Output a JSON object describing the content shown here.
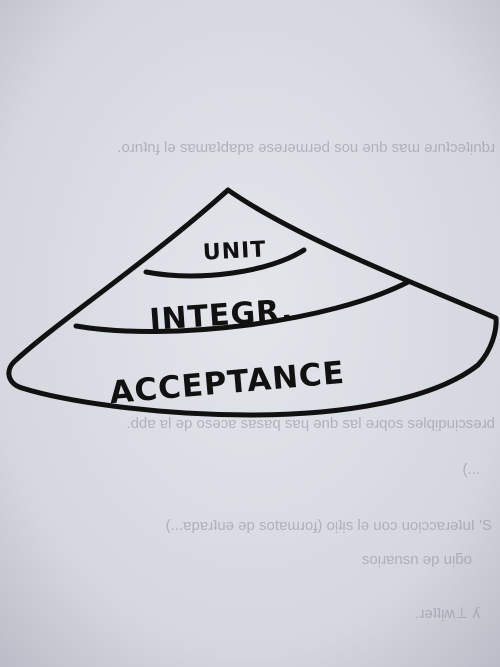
{
  "photo": {
    "subject": "hand-drawn test pyramid on paper",
    "paper_color": "#d9dbe2",
    "ink_color": "#111111"
  },
  "pyramid": {
    "layers": [
      {
        "label": "UNIT"
      },
      {
        "label": "INTEGR."
      },
      {
        "label": "ACCEPTANCE"
      }
    ]
  },
  "background_text": {
    "lines": [
      ".oɹnʇnɟ lǝ sɐɯɐʇdɐpɐ ǝsǝɹǝɯɹǝd sou ǝnb sɐɯ ǝɹnʇɔǝʇᴉnbɹ",
      ".ddɐ ɐl ǝp osǝɔɐ sɐsɐq sɐɥ ǝnb sɐl ǝɹqos sǝlqᴉpuᴉɔsǝɹd",
      "(...",
      "(...ɐpɐɹʇuǝ ǝp sotɐɯɹoɟ) oᴉʇᴉs lǝ uoɔ uoᴉɔɔɐɹǝʇuI 'S",
      "soᴉɹɐnsn ǝp uᴉƃo",
      ".ɹǝʇʇᴉʍ⊥ ʎ"
    ]
  }
}
